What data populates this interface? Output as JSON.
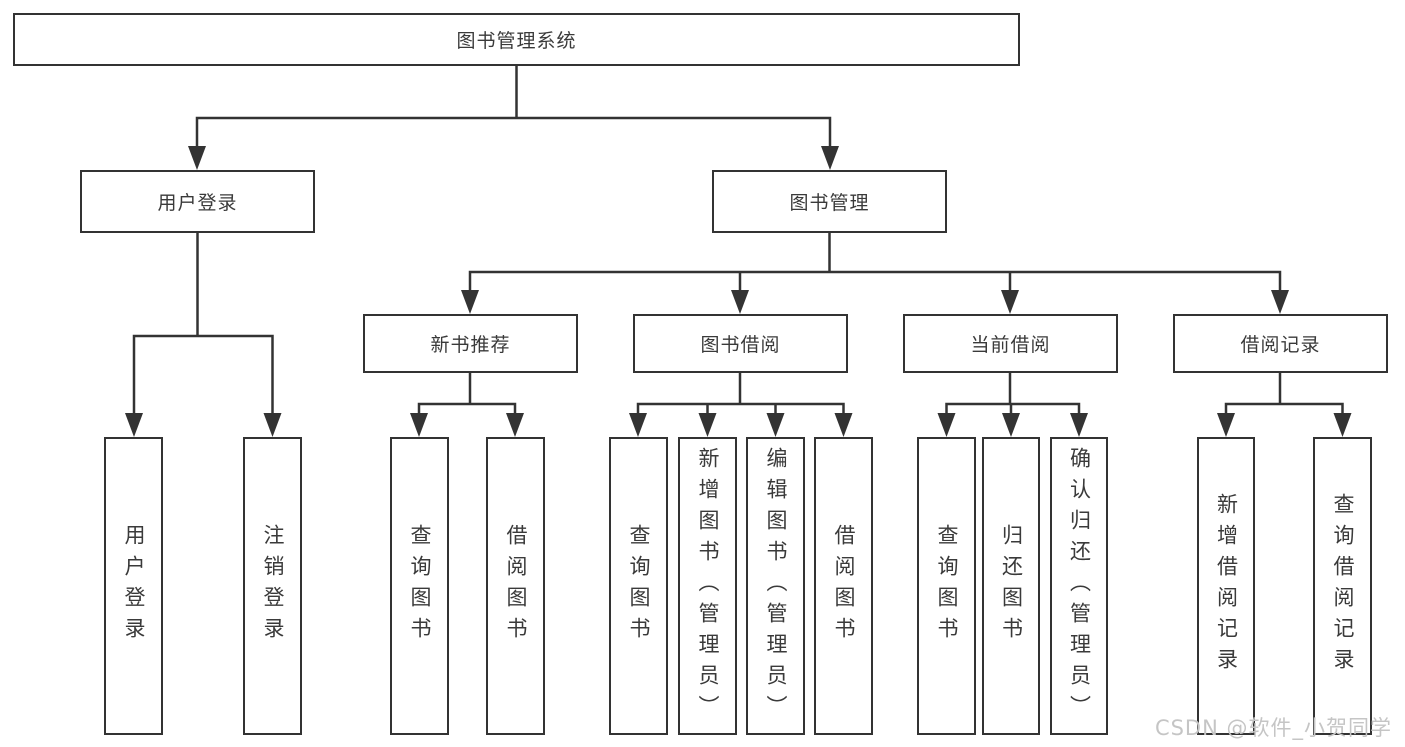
{
  "colors": {
    "line": "#333333",
    "box_border": "#333333",
    "box_fill": "#ffffff",
    "label_text": "#3a3a3a",
    "watermark_text": "#c5c5c5",
    "background": "#ffffff"
  },
  "diagram": {
    "type": "tree",
    "root": {
      "label": "图书管理系统",
      "children": [
        {
          "label": "用户登录",
          "children": [
            {
              "label": "用户登录"
            },
            {
              "label": "注销登录"
            }
          ]
        },
        {
          "label": "图书管理",
          "children": [
            {
              "label": "新书推荐",
              "children": [
                {
                  "label": "查询图书"
                },
                {
                  "label": "借阅图书"
                }
              ]
            },
            {
              "label": "图书借阅",
              "children": [
                {
                  "label": "查询图书"
                },
                {
                  "label": "新增图书（管理员）"
                },
                {
                  "label": "编辑图书（管理员）"
                },
                {
                  "label": "借阅图书"
                }
              ]
            },
            {
              "label": "当前借阅",
              "children": [
                {
                  "label": "查询图书"
                },
                {
                  "label": "归还图书"
                },
                {
                  "label": "确认归还（管理员）"
                }
              ]
            },
            {
              "label": "借阅记录",
              "children": [
                {
                  "label": "新增借阅记录"
                },
                {
                  "label": "查询借阅记录"
                }
              ]
            }
          ]
        }
      ]
    }
  },
  "watermark": {
    "text": "CSDN @软件_小贺同学"
  }
}
